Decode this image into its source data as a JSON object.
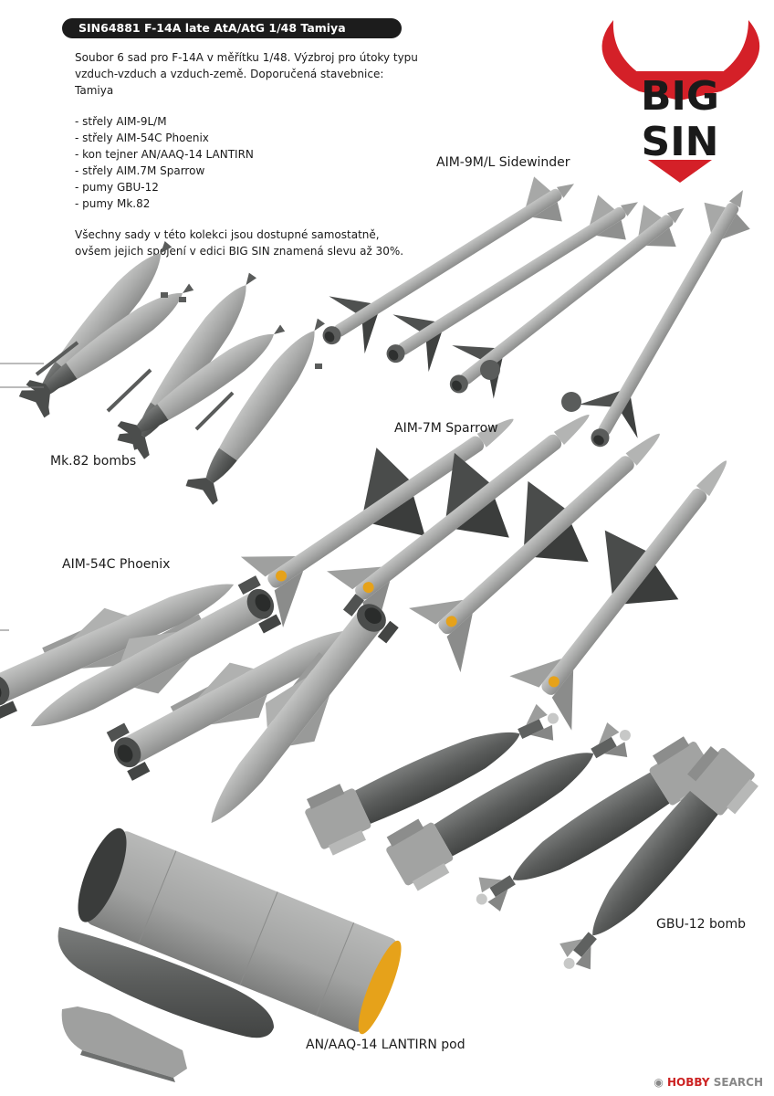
{
  "header": {
    "title": "SIN64881  F-14A late AtA/AtG  1/48  Tamiya"
  },
  "intro": {
    "line1": "Soubor 6 sad pro F-14A v měřítku 1/48. Výzbroj pro útoky typu",
    "line2": "vzduch-vzduch a vzduch-země. Doporučená stavebnice: Tamiya",
    "items": [
      "- střely AIM-9L/M",
      "- střely AIM-54C Phoenix",
      "- kon tejner AN/AAQ-14 LANTIRN",
      "- střely AIM.7M Sparrow",
      "- pumy GBU-12",
      "- pumy Mk.82"
    ],
    "outro1": "Všechny sady v této kolekci jsou dostupné samostatně,",
    "outro2": "ovšem jejich spojení v edici BIG SIN znamená slevu až 30%."
  },
  "logo": {
    "line1": "BIG",
    "line2": "SIN",
    "colors": {
      "red": "#d42028",
      "black": "#1a1a1a"
    }
  },
  "labels": {
    "sidewinder": "AIM-9M/L Sidewinder",
    "sparrow": "AIM-7M Sparrow",
    "mk82": "Mk.82 bombs",
    "phoenix": "AIM-54C Phoenix",
    "gbu12": "GBU-12 bomb",
    "lantirn": "AN/AAQ-14 LANTIRN pod"
  },
  "watermark": {
    "brand": "HOBBY",
    "text": "SEARCH"
  },
  "colors": {
    "light_gray": "#a9aaa9",
    "dark_gray": "#5a5c5b",
    "accent_yellow": "#e6a21a"
  }
}
